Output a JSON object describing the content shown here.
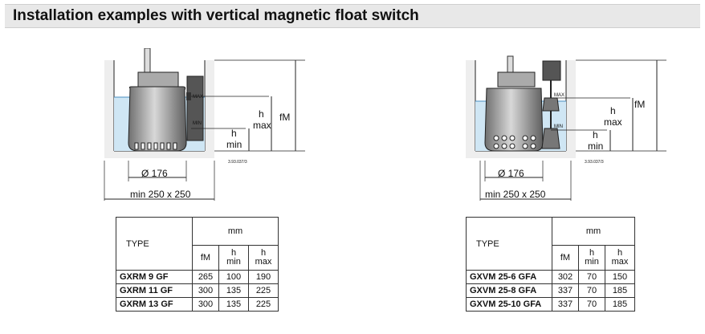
{
  "title": "Installation examples with vertical magnetic float switch",
  "left_diagram": {
    "label_diameter": "Ø 176",
    "label_min_pit": "min 250 x 250",
    "label_fM": "fM",
    "label_h1": "h",
    "label_max": "max",
    "label_h2": "h",
    "label_min": "min",
    "float_max": "MAX",
    "float_min": "MIN",
    "code": "3.93.037/3"
  },
  "right_diagram": {
    "label_diameter": "Ø 176",
    "label_min_pit": "min 250 x 250",
    "label_fM": "fM",
    "label_h1": "h",
    "label_max": "max",
    "label_h2": "h",
    "label_min": "min",
    "float_max": "MAX",
    "float_min": "MIN",
    "code": "3.93.037/3"
  },
  "left_table": {
    "type_header": "TYPE",
    "unit_header": "mm",
    "col_fM": "fM",
    "col_hmin_1": "h",
    "col_hmin_2": "min",
    "col_hmax_1": "h",
    "col_hmax_2": "max",
    "rows": [
      {
        "type": "GXRM  9 GF",
        "fM": "265",
        "hmin": "100",
        "hmax": "190"
      },
      {
        "type": "GXRM  11 GF",
        "fM": "300",
        "hmin": "135",
        "hmax": "225"
      },
      {
        "type": "GXRM  13 GF",
        "fM": "300",
        "hmin": "135",
        "hmax": "225"
      }
    ]
  },
  "right_table": {
    "type_header": "TYPE",
    "unit_header": "mm",
    "col_fM": "fM",
    "col_hmin_1": "h",
    "col_hmin_2": "min",
    "col_hmax_1": "h",
    "col_hmax_2": "max",
    "rows": [
      {
        "type": "GXVM  25-6 GFA",
        "fM": "302",
        "hmin": "70",
        "hmax": "150"
      },
      {
        "type": "GXVM  25-8 GFA",
        "fM": "337",
        "hmin": "70",
        "hmax": "185"
      },
      {
        "type": "GXVM  25-10 GFA",
        "fM": "337",
        "hmin": "70",
        "hmax": "185"
      }
    ]
  }
}
